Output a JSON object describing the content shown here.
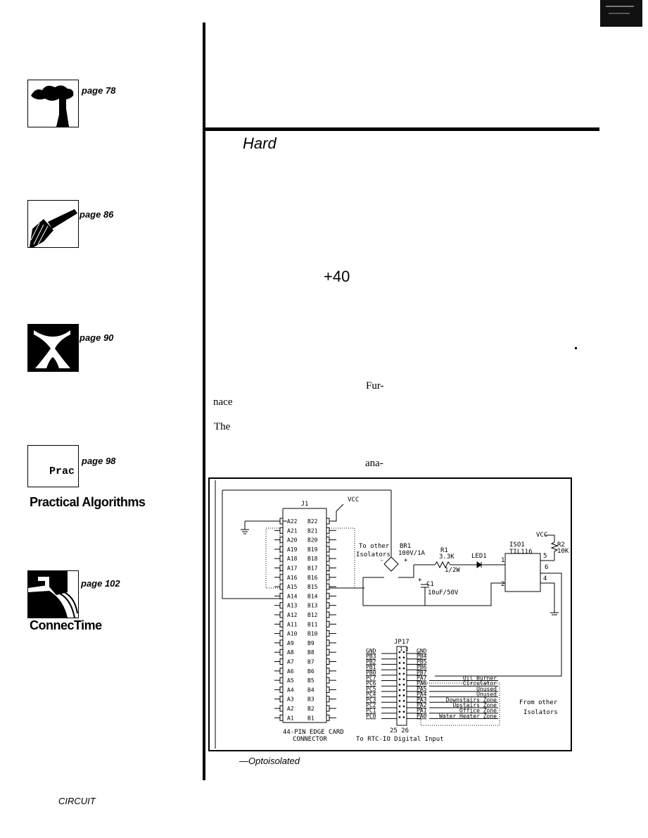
{
  "sidebar": {
    "items": [
      {
        "page": "page 78",
        "caption": ""
      },
      {
        "page": "page 86",
        "caption": ""
      },
      {
        "page": "page 90",
        "caption": ""
      },
      {
        "page": "page 98",
        "caption": "Practical Algorithms",
        "thumb_text": "Prac"
      },
      {
        "page": "page 102",
        "caption": "ConnecTime"
      }
    ]
  },
  "article": {
    "heading": "Hard",
    "big_value": "+40",
    "word_fur": "Fur-",
    "word_nace": "nace",
    "word_the": "The",
    "word_ana": "ana-"
  },
  "figure": {
    "caption": "—Optoisolated",
    "connector_j1": "J1",
    "left_pins": [
      "A22",
      "A21",
      "A20",
      "A19",
      "A18",
      "A17",
      "A16",
      "A15",
      "A14",
      "A13",
      "A12",
      "A11",
      "A10",
      "A9",
      "A8",
      "A7",
      "A6",
      "A5",
      "A4",
      "A3",
      "A2",
      "A1"
    ],
    "right_pins": [
      "B22",
      "B21",
      "B20",
      "B19",
      "B18",
      "B17",
      "B16",
      "B15",
      "B14",
      "B13",
      "B12",
      "B11",
      "B10",
      "B9",
      "B8",
      "B7",
      "B6",
      "B5",
      "B4",
      "B3",
      "B2",
      "B1"
    ],
    "connector_label_1": "44-PIN EDGE CARD",
    "connector_label_2": "CONNECTOR",
    "vcc1": "VCC",
    "vcc2": "VCC",
    "to_other_1": "To other",
    "to_other_2": "Isolators",
    "bridge_name": "BR1",
    "bridge_value": "100V/1A",
    "r1_name": "R1",
    "r1_value1": "3.3K",
    "r1_value2": "1/2W",
    "led_name": "LED1",
    "c1_name": "C1",
    "c1_value": "10uF/50V",
    "iso_name": "ISO1",
    "iso_part": "TIL116",
    "r2_name": "R2",
    "r2_value": "10K",
    "pin1": "1",
    "pin2": "2",
    "pin4": "4",
    "pin5": "5",
    "pin6": "6",
    "plus": "+",
    "minus": "-",
    "jp_name": "JP17",
    "jp_top": "1   2",
    "jp_bottom": "25  26",
    "jp_left": [
      "GND",
      "PB3",
      "PB2",
      "PB1",
      "PB0",
      "PC7",
      "PC6",
      "PC5",
      "PC4",
      "PC3",
      "PC2",
      "PC1",
      "PC0"
    ],
    "jp_right": [
      "GND",
      "PB4",
      "PB5",
      "PB6",
      "PB7",
      "PA7",
      "PA6",
      "PA5",
      "PA4",
      "PA3",
      "PA2",
      "PA1",
      "PA0"
    ],
    "zones": [
      "Oil Burner",
      "Circulator",
      "Unused",
      "Unused",
      "Downstairs Zone",
      "Upstairs Zone",
      "Office Zone",
      "Water Heater Zone"
    ],
    "from_other_1": "From other",
    "from_other_2": "Isolators",
    "rtc_label": "To RTC-IO Digital Input"
  },
  "footer": {
    "text": "CIRCUIT"
  }
}
